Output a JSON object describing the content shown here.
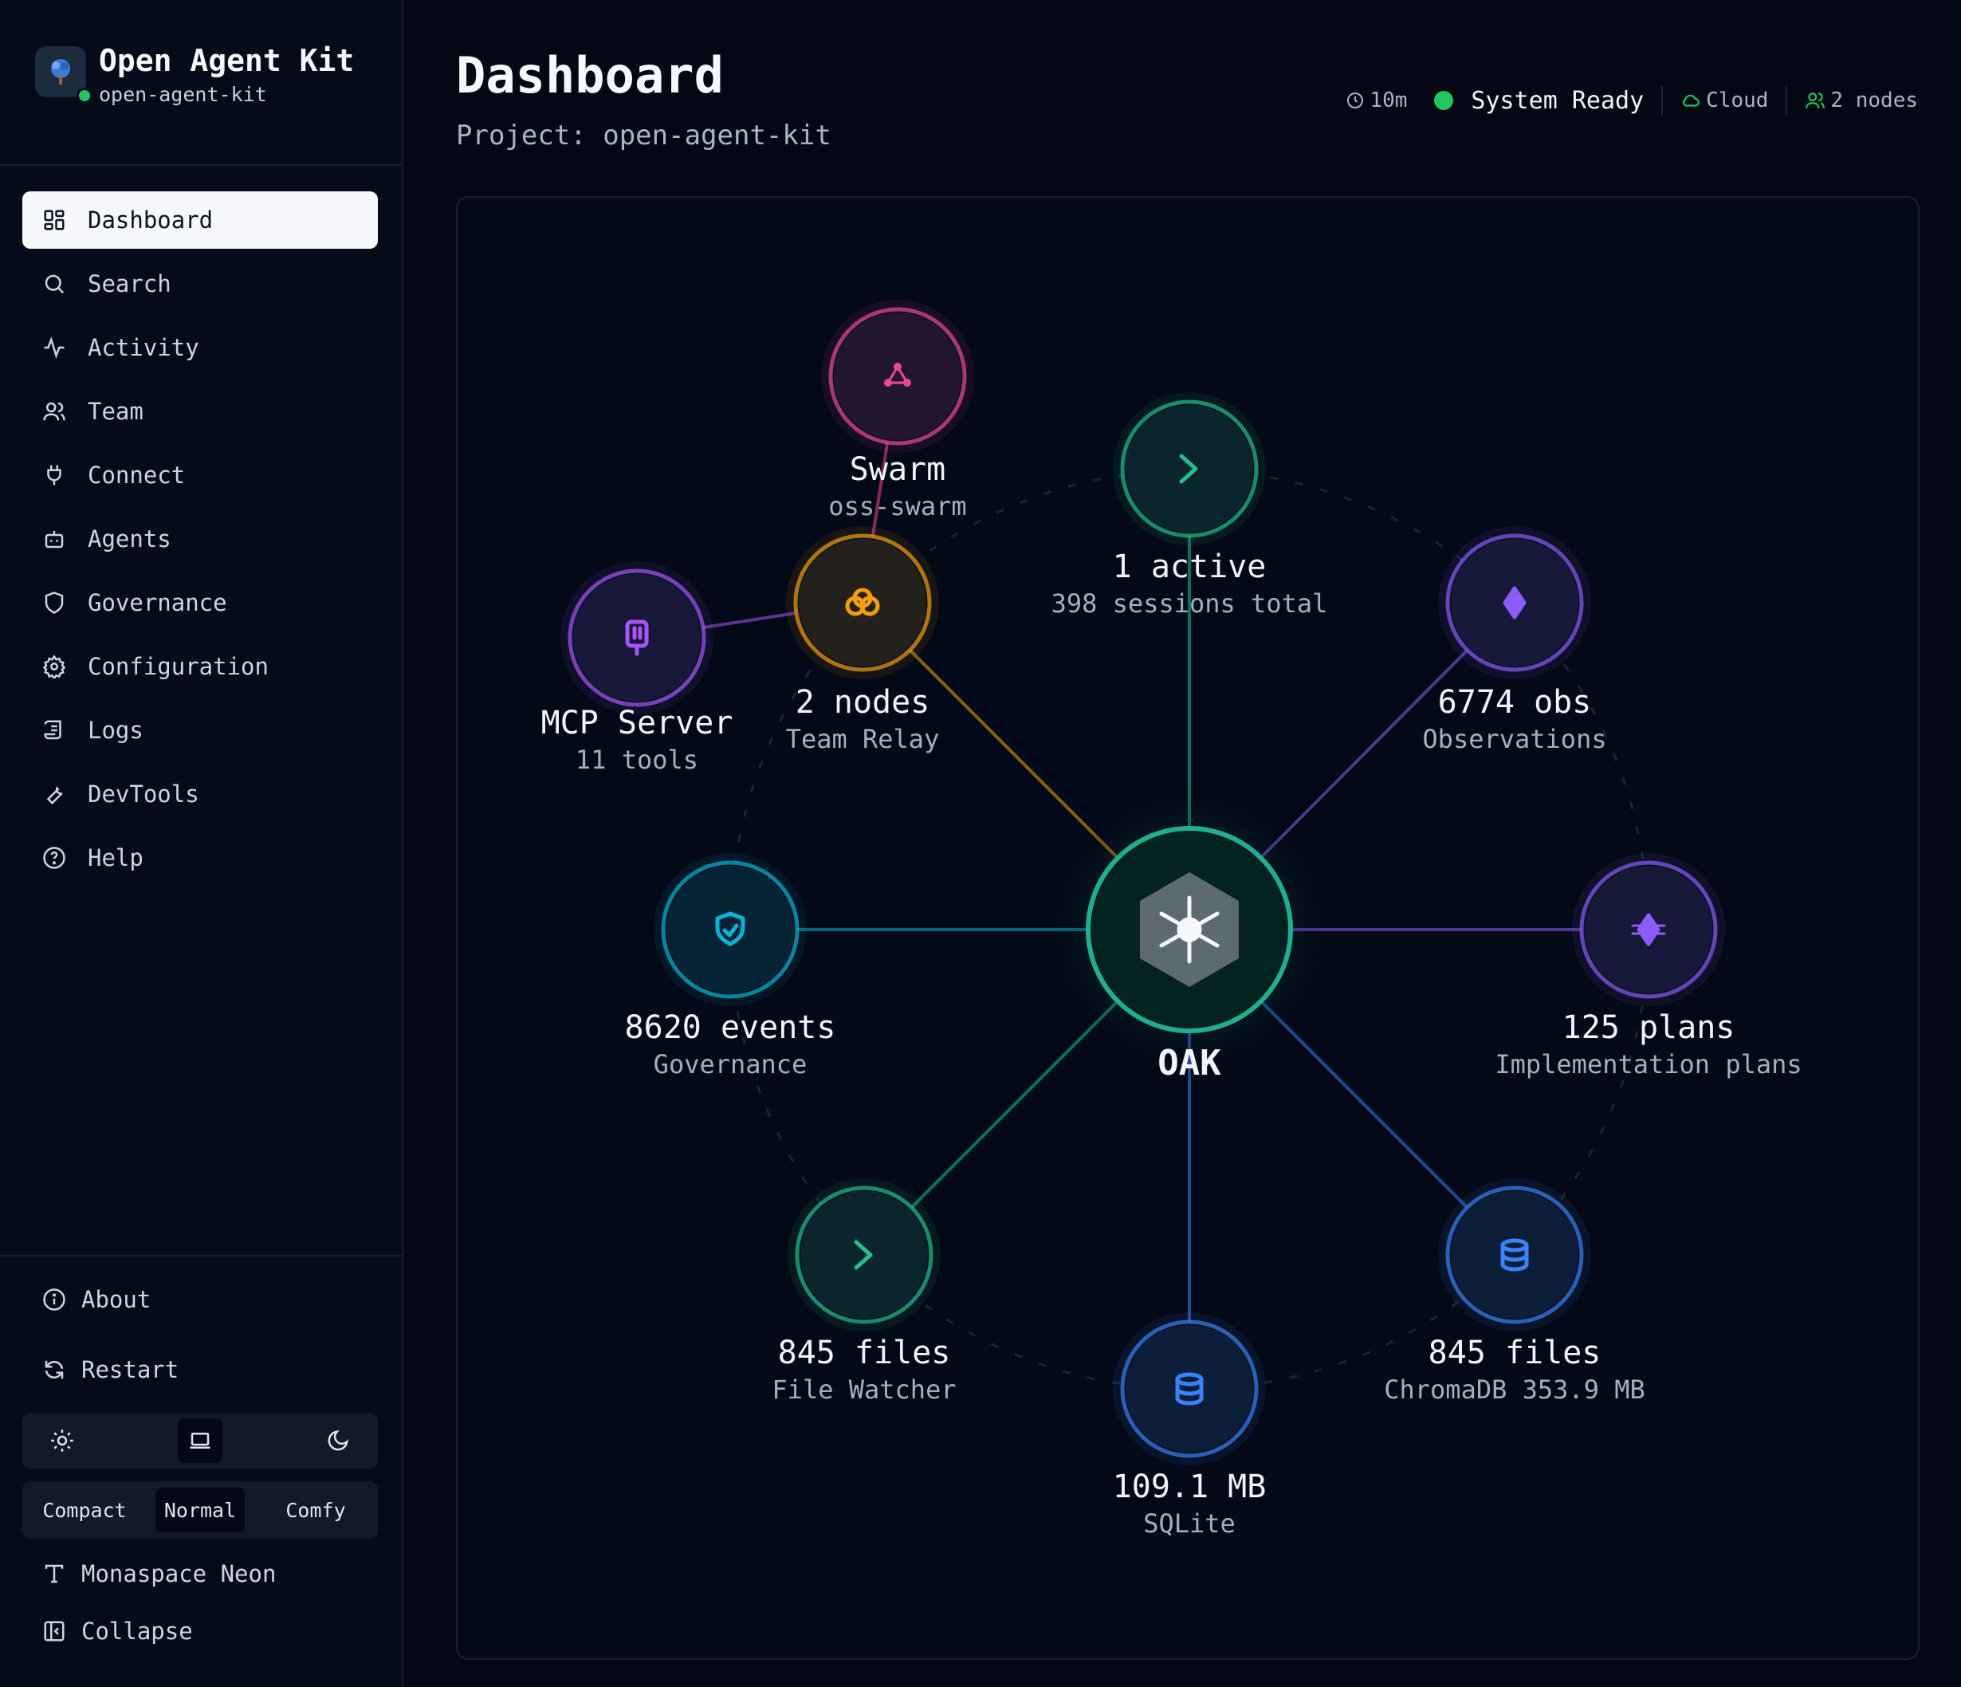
{
  "app": {
    "title": "Open Agent Kit",
    "project": "open-agent-kit"
  },
  "sidebar": {
    "items": [
      {
        "label": "Dashboard",
        "icon": "layout-grid-icon",
        "active": true
      },
      {
        "label": "Search",
        "icon": "search-icon"
      },
      {
        "label": "Activity",
        "icon": "activity-icon"
      },
      {
        "label": "Team",
        "icon": "users-icon"
      },
      {
        "label": "Connect",
        "icon": "plug-icon"
      },
      {
        "label": "Agents",
        "icon": "bot-icon"
      },
      {
        "label": "Governance",
        "icon": "shield-icon"
      },
      {
        "label": "Configuration",
        "icon": "gear-icon"
      },
      {
        "label": "Logs",
        "icon": "scroll-icon"
      },
      {
        "label": "DevTools",
        "icon": "wrench-icon"
      },
      {
        "label": "Help",
        "icon": "help-circle-icon"
      }
    ],
    "bottom": {
      "about": "About",
      "restart": "Restart",
      "theme_options": [
        "light",
        "system",
        "dark"
      ],
      "theme_selected": "system",
      "density_options": [
        "Compact",
        "Normal",
        "Comfy"
      ],
      "density_selected": "Normal",
      "font": "Monaspace Neon",
      "collapse": "Collapse"
    }
  },
  "header": {
    "title": "Dashboard",
    "subtitle": "Project: open-agent-kit",
    "uptime": "10m",
    "status": "System Ready",
    "cloud": "Cloud",
    "nodes": "2 nodes",
    "status_color": "#22c55e"
  },
  "graph": {
    "center": {
      "label": "OAK"
    },
    "nodes": [
      {
        "id": "sessions",
        "value": "1 active",
        "sub": "398 sessions total",
        "icon": "terminal-icon",
        "color": "#22c08a"
      },
      {
        "id": "observations",
        "value": "6774 obs",
        "sub": "Observations",
        "icon": "diamond-icon",
        "color": "#8b5cf6"
      },
      {
        "id": "plans",
        "value": "125 plans",
        "sub": "Implementation plans",
        "icon": "plan-icon",
        "color": "#8b5cf6"
      },
      {
        "id": "chromadb",
        "value": "845 files",
        "sub": "ChromaDB 353.9 MB",
        "icon": "database-icon",
        "color": "#3b82f6"
      },
      {
        "id": "sqlite",
        "value": "109.1 MB",
        "sub": "SQLite",
        "icon": "database-icon",
        "color": "#3b82f6"
      },
      {
        "id": "watcher",
        "value": "845 files",
        "sub": "File Watcher",
        "icon": "terminal-icon",
        "color": "#22c08a"
      },
      {
        "id": "governance",
        "value": "8620 events",
        "sub": "Governance",
        "icon": "shield-check-icon",
        "color": "#06b6d4"
      },
      {
        "id": "relay",
        "value": "2 nodes",
        "sub": "Team Relay",
        "icon": "relay-icon",
        "color": "#f59e0b"
      },
      {
        "id": "mcp",
        "value": "MCP Server",
        "sub": "11 tools",
        "icon": "mcp-icon",
        "color": "#a855f7"
      },
      {
        "id": "swarm",
        "value": "Swarm",
        "sub": "oss-swarm",
        "icon": "network-icon",
        "color": "#ec4899"
      }
    ]
  }
}
